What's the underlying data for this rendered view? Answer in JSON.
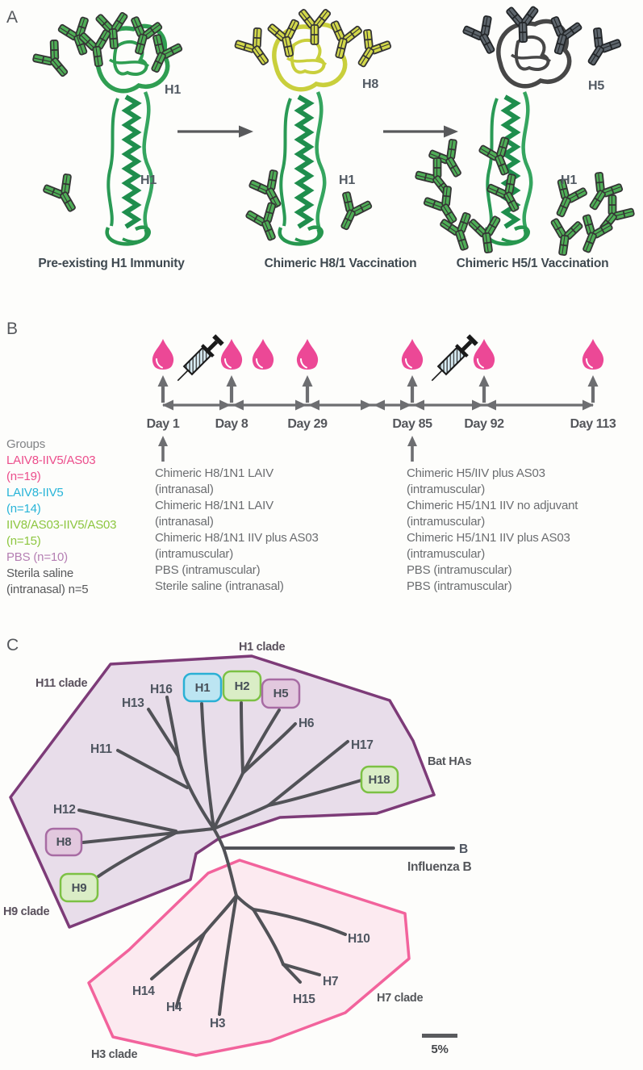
{
  "panels": {
    "a_label": "A",
    "b_label": "B",
    "c_label": "C"
  },
  "panelA": {
    "structures": [
      {
        "head_label": "H1",
        "stem_label": "H1",
        "caption": "Pre-existing H1 Immunity"
      },
      {
        "head_label": "H8",
        "stem_label": "H1",
        "caption": "Chimeric H8/1 Vaccination"
      },
      {
        "head_label": "H5",
        "stem_label": "H1",
        "caption": "Chimeric H5/1 Vaccination"
      }
    ]
  },
  "panelB": {
    "days": [
      "Day 1",
      "Day 8",
      "Day 29",
      "Day 85",
      "Day 92",
      "Day 113"
    ],
    "groups": {
      "title": "Groups",
      "lines": [
        {
          "text": "LAIV8-IIV5/AS03",
          "color": "#ec4d8b"
        },
        {
          "text": "(n=19)",
          "color": "#ec4d8b"
        },
        {
          "text": "LAIV8-IIV5",
          "color": "#27b4d8"
        },
        {
          "text": "(n=14)",
          "color": "#27b4d8"
        },
        {
          "text": "IIV8/AS03-IIV5/AS03",
          "color": "#8dc63f"
        },
        {
          "text": "(n=15)",
          "color": "#8dc63f"
        },
        {
          "text": "PBS (n=10)",
          "color": "#b57fb3"
        },
        {
          "text": "Sterila saline",
          "color": "#58595b"
        },
        {
          "text": "(intranasal) n=5",
          "color": "#58595b"
        }
      ]
    },
    "day1_treatments": [
      "Chimeric H8/1N1 LAIV",
      "(intranasal)",
      "Chimeric H8/1N1 LAIV",
      "(intranasal)",
      "Chimeric H8/1N1 IIV plus AS03",
      "(intramuscular)",
      "PBS (intramuscular)",
      "Sterile saline (intranasal)"
    ],
    "day85_treatments": [
      "Chimeric H5/IIV plus AS03",
      "(intramuscular)",
      "Chimeric H5/1N1 IIV no adjuvant",
      "(intramuscular)",
      "Chimeric H5/1N1 IIV plus AS03",
      "(intramuscular)",
      "PBS (intramuscular)",
      "PBS (intramuscular)"
    ]
  },
  "panelC": {
    "clades": {
      "h1": "H1 clade",
      "h11": "H11 clade",
      "h9": "H9 clade",
      "h3": "H3 clade",
      "h7": "H7 clade",
      "bat": "Bat HAs"
    },
    "tips": {
      "h16": "H16",
      "h13": "H13",
      "h11": "H11",
      "h12": "H12",
      "h6": "H6",
      "h17": "H17",
      "h14": "H14",
      "h4": "H4",
      "h3": "H3",
      "h15": "H15",
      "h7": "H7",
      "h10": "H10",
      "b": "B"
    },
    "boxed": {
      "h1": "H1",
      "h2": "H2",
      "h5": "H5",
      "h8": "H8",
      "h9": "H9",
      "h18": "H18"
    },
    "influenza_b": "Influenza B",
    "scale": "5%"
  },
  "colors": {
    "blood_drop": "#ec4896",
    "group_pink": "#ec4d8b",
    "group_cyan": "#27b4d8",
    "group_green": "#8dc63f",
    "group_mauve": "#b57fb3",
    "group_gray": "#58595b",
    "antibody_green": "#4fae57",
    "antibody_yellow": "#d3d94b",
    "antibody_gray": "#5e666d",
    "protein_green": "#2f9e52",
    "protein_yellow": "#c9cf3c",
    "protein_dark": "#474747",
    "clade_purple_fill": "#e8ddea",
    "clade_purple_border": "#7d3b78",
    "clade_pink_fill": "#fceaf0",
    "clade_pink_border": "#f2639c",
    "box_cyan_border": "#2ab0d5",
    "box_green_border": "#7cc144",
    "box_mauve_border": "#a76ba3"
  }
}
